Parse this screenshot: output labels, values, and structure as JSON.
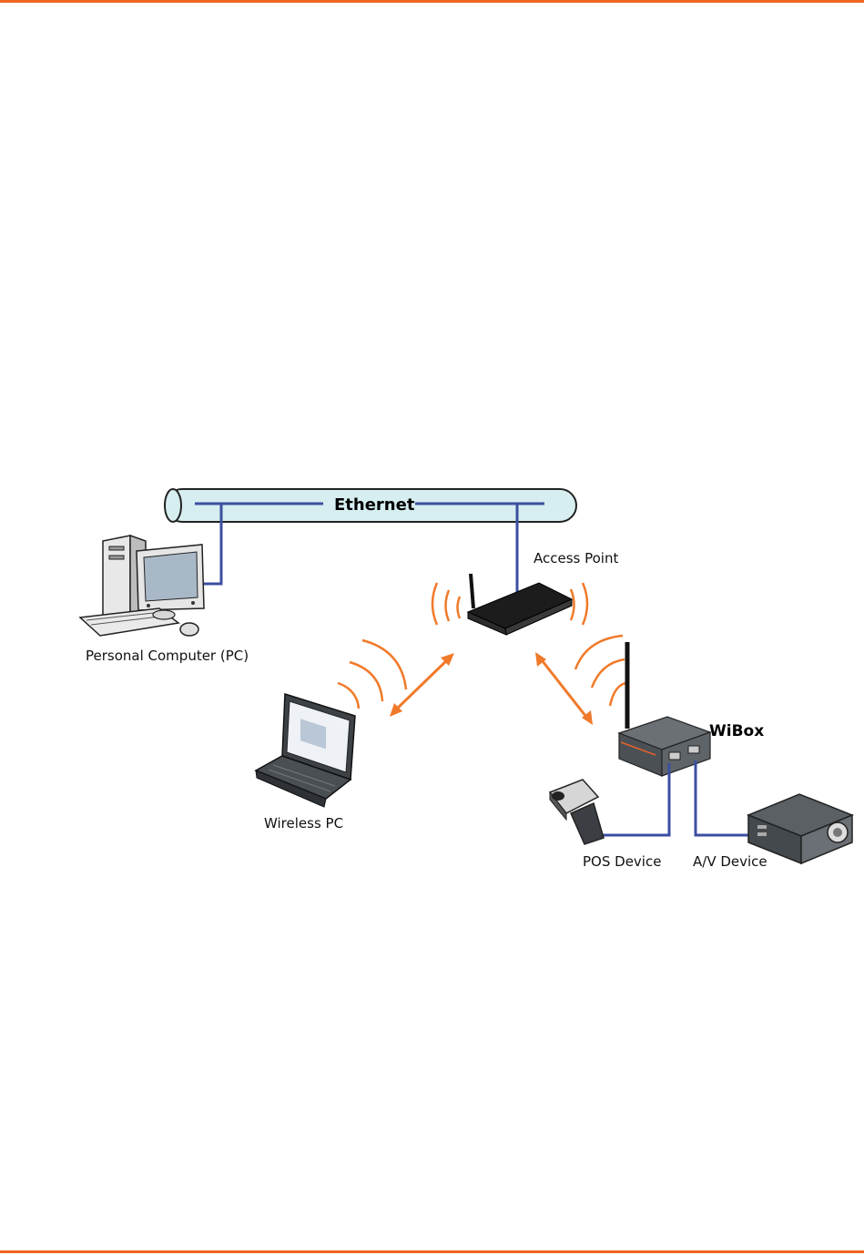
{
  "colors": {
    "rule": "#f26522",
    "link": "#3b4fa0",
    "wireless": "#f07a2a",
    "pipe_fill": "#d6eef0",
    "pipe_stroke": "#222222"
  },
  "diagram": {
    "ethernet_label": "Ethernet",
    "access_point_label": "Access Point",
    "pc_label": "Personal Computer (PC)",
    "wireless_pc_label": "Wireless PC",
    "wibox_label": "WiBox",
    "pos_label": "POS Device",
    "av_label": "A/V Device"
  },
  "icons": {
    "pc": "desktop-computer-icon",
    "access_point": "router-icon",
    "laptop": "laptop-icon",
    "wibox": "device-server-icon",
    "pos": "barcode-scanner-icon",
    "av": "projector-icon"
  }
}
